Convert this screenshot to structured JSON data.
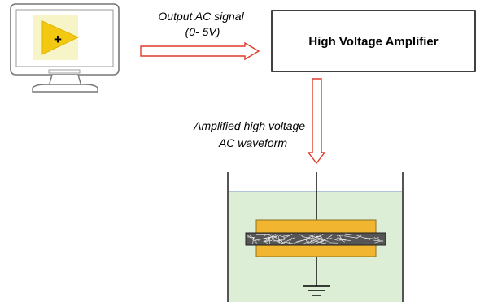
{
  "monitor": {
    "app_icon_symbol": "+",
    "icon_name": "labview-icon",
    "icon_color": "#f2c811",
    "icon_tile_color": "#f7f5c8"
  },
  "arrow_signal_label": [
    "Output AC signal",
    "(0- 5V)"
  ],
  "amplifier": {
    "label": "High Voltage Amplifier"
  },
  "arrow_waveform_label": [
    "Amplified high voltage",
    "AC waveform"
  ],
  "colors": {
    "arrow_outline": "#e03a2a",
    "electrolyte": "#dcefd6",
    "electrode": "#f1b52f",
    "electrode_outline": "#8a7220",
    "sample": "#555555"
  }
}
